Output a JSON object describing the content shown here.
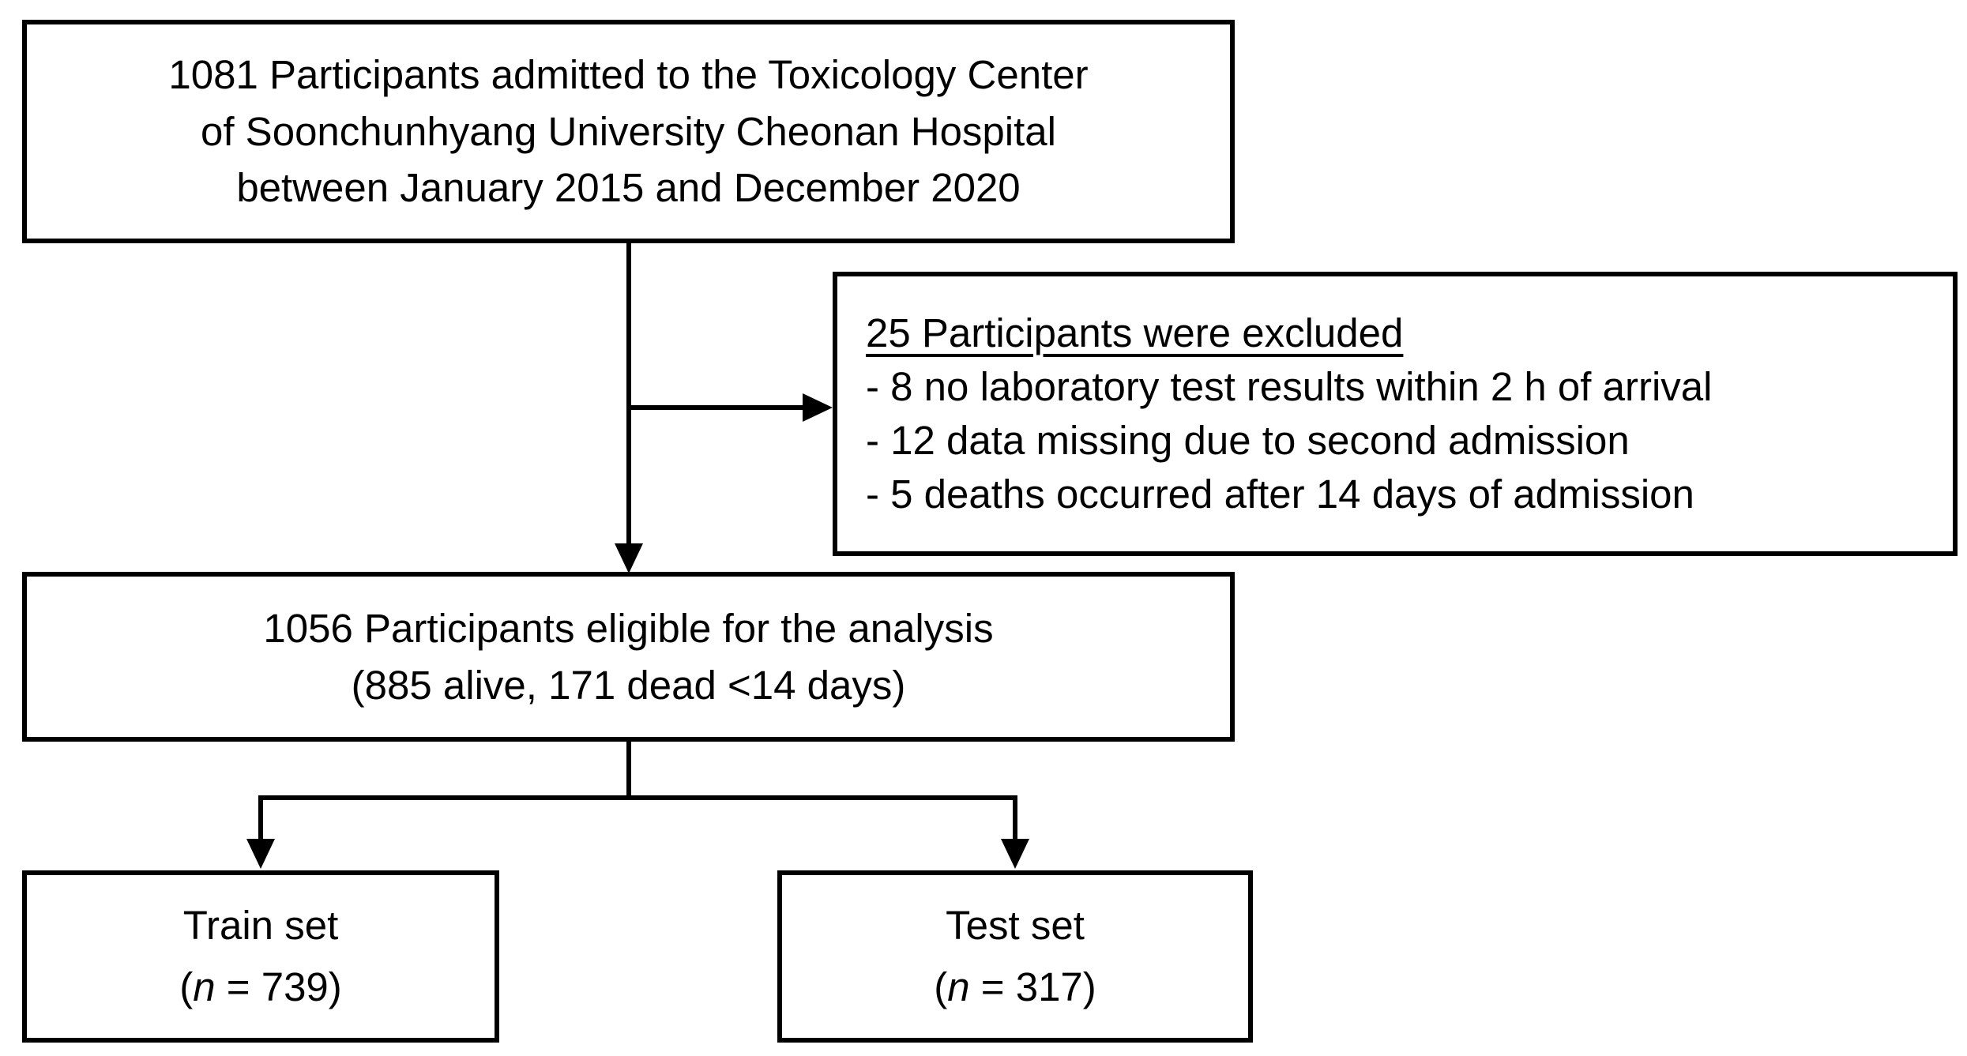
{
  "colors": {
    "ink": "#000000",
    "background": "#ffffff"
  },
  "diagram": {
    "admitted_box": {
      "lines": [
        "1081 Participants admitted to the Toxicology Center",
        "of Soonchunhyang University Cheonan Hospital",
        "between January 2015 and December 2020"
      ]
    },
    "excluded_box": {
      "title": "25 Participants were excluded",
      "items": [
        "- 8 no laboratory test results within 2 h of arrival",
        "- 12 data missing due to second admission",
        "- 5 deaths occurred after 14 days of admission"
      ]
    },
    "eligible_box": {
      "lines": [
        "1056 Participants eligible for the analysis",
        "(885 alive, 171 dead <14 days)"
      ]
    },
    "train_box": {
      "title": "Train set",
      "count": {
        "open": "(",
        "var": "n",
        "rest": " = 739)"
      }
    },
    "test_box": {
      "title": "Test set",
      "count": {
        "open": "(",
        "var": "n",
        "rest": " = 317)"
      }
    }
  }
}
